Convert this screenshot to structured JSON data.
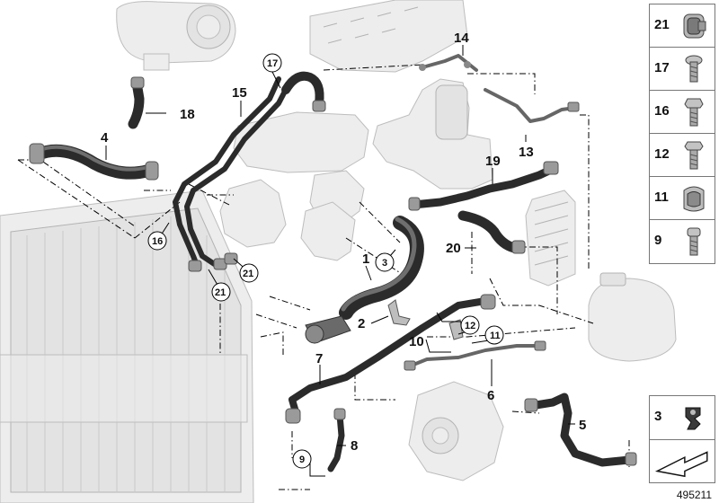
{
  "callouts": {
    "p1": "1",
    "p2": "2",
    "p3": "3",
    "p4": "4",
    "p5": "5",
    "p6": "6",
    "p7": "7",
    "p8": "8",
    "p9": "9",
    "p10": "10",
    "p11": "11",
    "p12": "12",
    "p13": "13",
    "p14": "14",
    "p15": "15",
    "p16": "16",
    "p17": "17",
    "p18": "18",
    "p19": "19",
    "p20": "20",
    "p21a": "21",
    "p21b": "21"
  },
  "legend": {
    "items": [
      {
        "number": "21",
        "icon": "hose-clamp-icon"
      },
      {
        "number": "17",
        "icon": "bolt-icon"
      },
      {
        "number": "16",
        "icon": "hex-bolt-icon"
      },
      {
        "number": "12",
        "icon": "hex-bolt-icon"
      },
      {
        "number": "11",
        "icon": "clamp-icon"
      },
      {
        "number": "9",
        "icon": "screw-icon"
      }
    ],
    "bottom": {
      "number": "3",
      "icon": "clip-icon"
    },
    "arrow_icon": "direction-arrow-icon"
  },
  "diagram_number": "495211",
  "colors": {
    "hose": "#2b2b2b",
    "ghost": "#ededed",
    "line": "#000000"
  }
}
